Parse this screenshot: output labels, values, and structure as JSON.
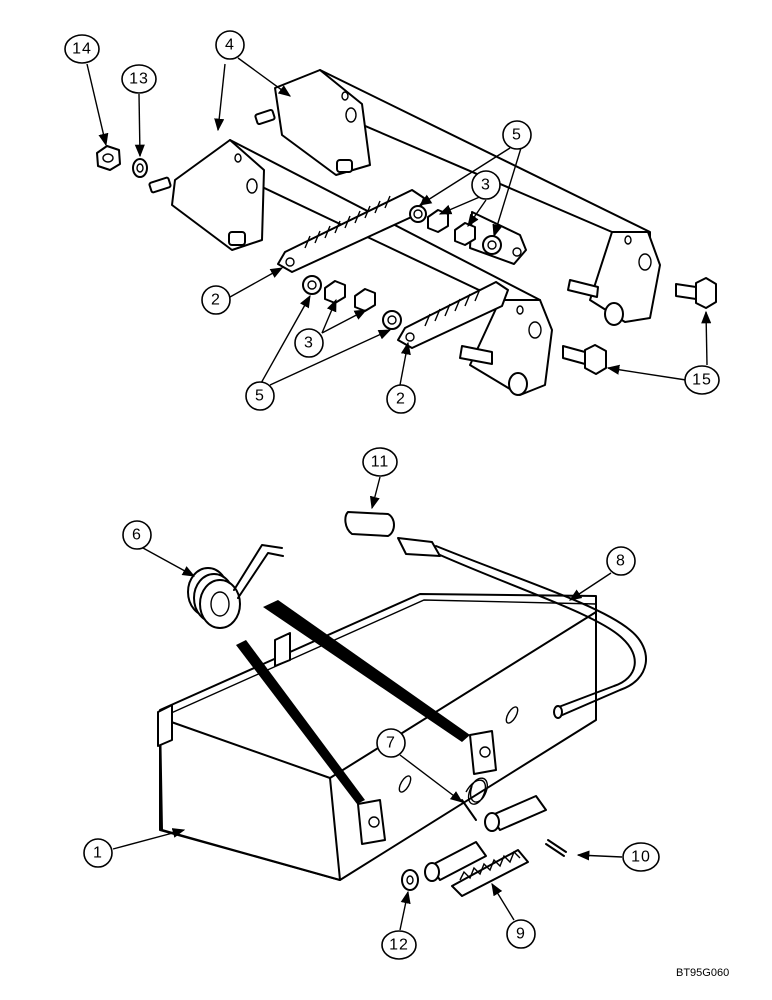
{
  "figure_code": "BT95G060",
  "callouts": {
    "c14": "14",
    "c13": "13",
    "c4": "4",
    "c5a": "5",
    "c3a": "3",
    "c2a": "2",
    "c3b": "3",
    "c5b": "5",
    "c2b": "2",
    "c15": "15",
    "c11": "11",
    "c6": "6",
    "c8": "8",
    "c7": "7",
    "c1": "1",
    "c10": "10",
    "c12": "12",
    "c9": "9"
  }
}
